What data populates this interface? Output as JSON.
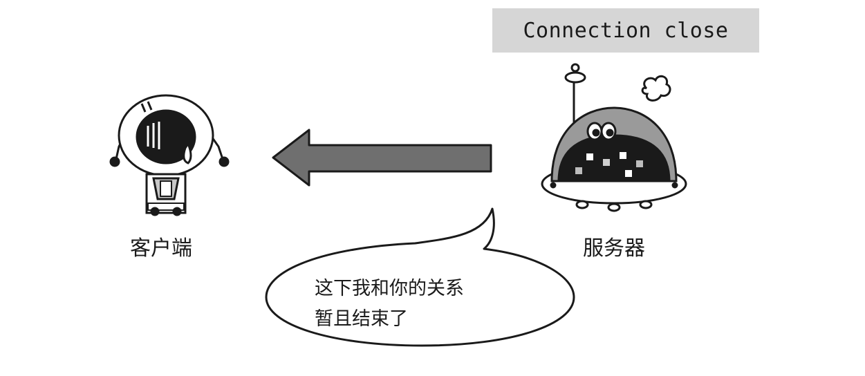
{
  "header": {
    "label": "Connection close"
  },
  "nodes": {
    "client": {
      "label": "客户端"
    },
    "server": {
      "label": "服务器"
    }
  },
  "bubble": {
    "lines": [
      "这下我和你的关系",
      "暂且结束了"
    ]
  },
  "colors": {
    "arrow_fill": "#6f6f6f",
    "header_bg": "#d6d6d6",
    "line": "#1a1a1a"
  }
}
